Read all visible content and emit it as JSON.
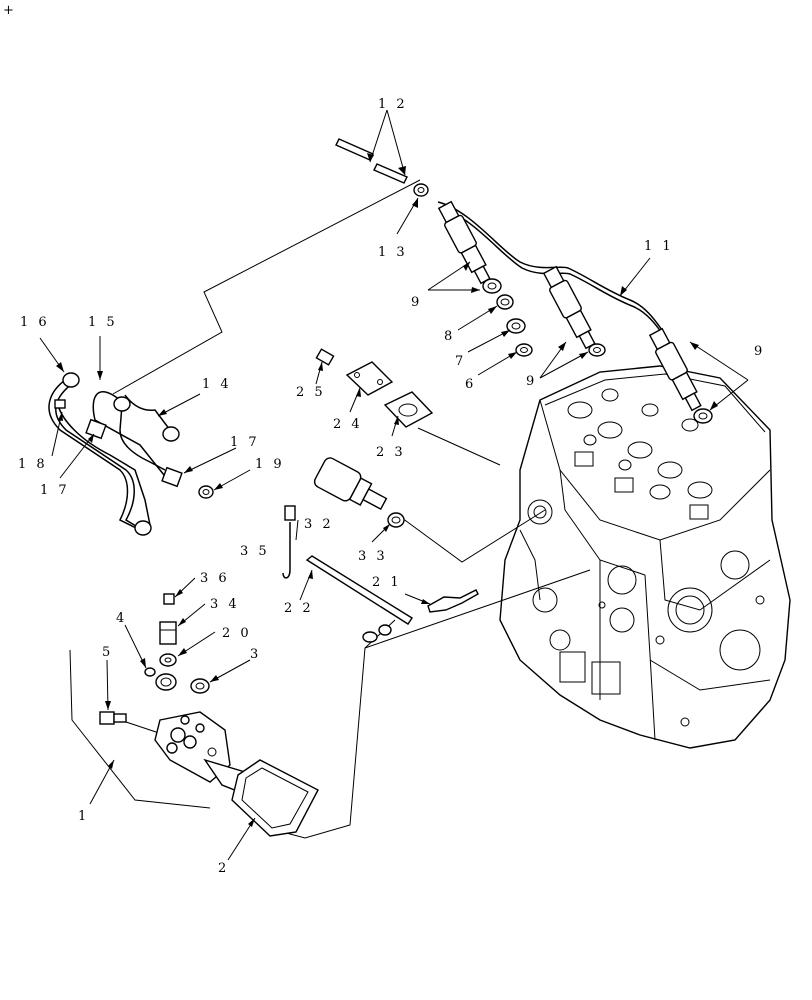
{
  "corner_mark": "+",
  "callouts": [
    {
      "id": "c12",
      "text": "1 2"
    },
    {
      "id": "c11",
      "text": "1 1"
    },
    {
      "id": "c13",
      "text": "1 3"
    },
    {
      "id": "c9a",
      "text": "9"
    },
    {
      "id": "c8",
      "text": "8"
    },
    {
      "id": "c7",
      "text": "7"
    },
    {
      "id": "c6",
      "text": "6"
    },
    {
      "id": "c9b",
      "text": "9"
    },
    {
      "id": "c9c",
      "text": "9"
    },
    {
      "id": "c16",
      "text": "1 6"
    },
    {
      "id": "c15",
      "text": "1 5"
    },
    {
      "id": "c14",
      "text": "1 4"
    },
    {
      "id": "c25",
      "text": "2 5"
    },
    {
      "id": "c24",
      "text": "2 4"
    },
    {
      "id": "c23",
      "text": "2 3"
    },
    {
      "id": "c18",
      "text": "1 8"
    },
    {
      "id": "c17a",
      "text": "1 7"
    },
    {
      "id": "c17b",
      "text": "1 7"
    },
    {
      "id": "c19",
      "text": "1 9"
    },
    {
      "id": "c32",
      "text": "3 2"
    },
    {
      "id": "c35",
      "text": "3 5"
    },
    {
      "id": "c33",
      "text": "3 3"
    },
    {
      "id": "c21",
      "text": "2 1"
    },
    {
      "id": "c22",
      "text": "2 2"
    },
    {
      "id": "c36",
      "text": "3 6"
    },
    {
      "id": "c34",
      "text": "3 4"
    },
    {
      "id": "c4",
      "text": "4"
    },
    {
      "id": "c20",
      "text": "2 0"
    },
    {
      "id": "c5",
      "text": "5"
    },
    {
      "id": "c3",
      "text": "3"
    },
    {
      "id": "c1",
      "text": "1"
    },
    {
      "id": "c2",
      "text": "2"
    }
  ]
}
